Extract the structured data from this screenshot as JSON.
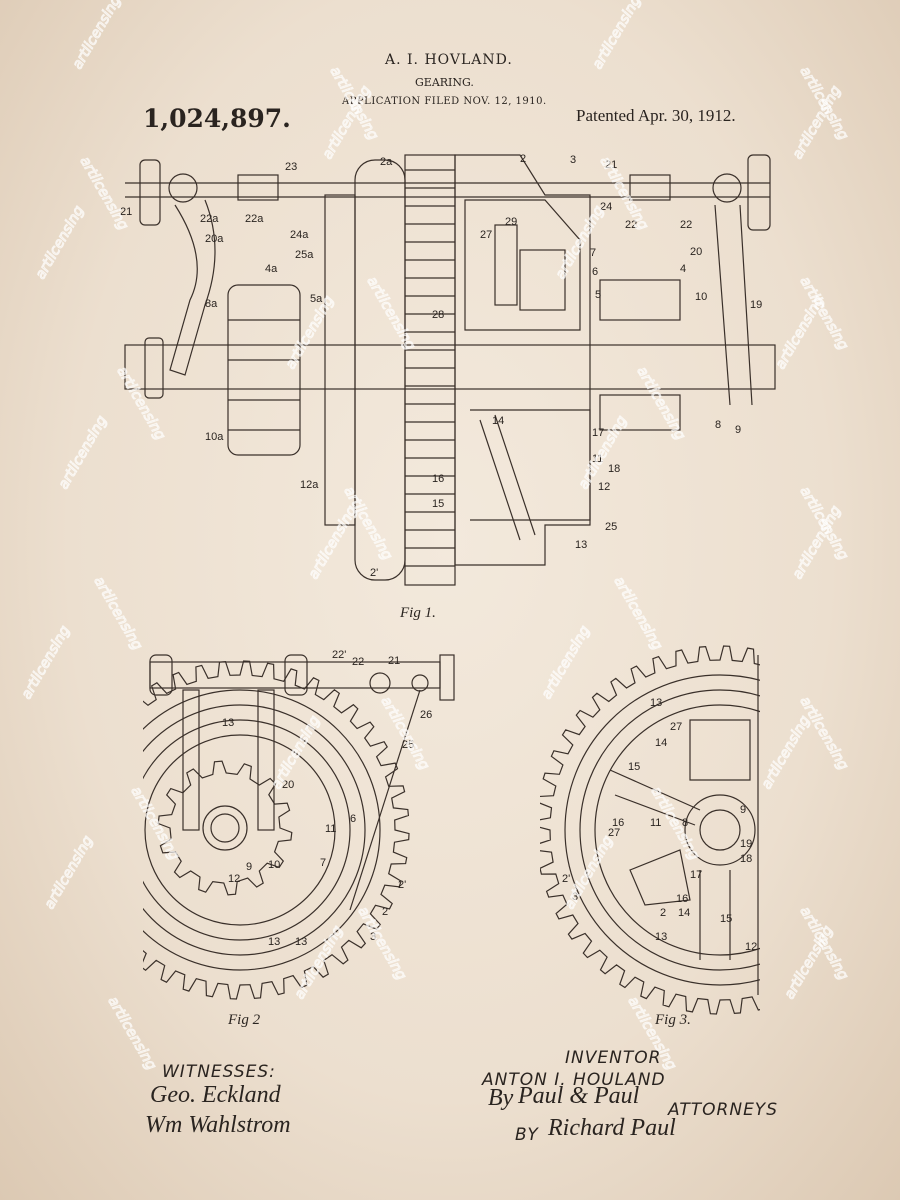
{
  "header": {
    "inventor": "A. I. HOVLAND.",
    "title": "GEARING.",
    "filed": "APPLICATION FILED NOV. 12, 1910.",
    "patent_number": "1,024,897.",
    "patented": "Patented Apr. 30, 1912."
  },
  "figures": {
    "fig1": {
      "caption": "Fig 1.",
      "labels": [
        "23",
        "2a",
        "2",
        "3",
        "21",
        "21",
        "22a",
        "22a",
        "24a",
        "25a",
        "4a",
        "8a",
        "5a",
        "27",
        "29",
        "7",
        "6",
        "4",
        "5",
        "10",
        "19",
        "22",
        "22",
        "20",
        "24",
        "28",
        "20a",
        "14",
        "16",
        "15",
        "17",
        "11",
        "18",
        "12",
        "25",
        "13",
        "10a",
        "12a",
        "2'",
        "8",
        "9"
      ]
    },
    "fig2": {
      "caption": "Fig 2",
      "labels": [
        "22'",
        "22",
        "21",
        "26",
        "25",
        "13",
        "20",
        "11",
        "12",
        "9",
        "10",
        "7",
        "6",
        "13",
        "2'",
        "2",
        "3",
        "13"
      ]
    },
    "fig3": {
      "caption": "Fig 3.",
      "labels": [
        "13",
        "27",
        "14",
        "15",
        "16",
        "11",
        "9",
        "8",
        "19",
        "27",
        "17",
        "18",
        "16",
        "14",
        "15",
        "2'",
        "3",
        "2",
        "13",
        "12"
      ]
    }
  },
  "signatures": {
    "witnesses_label": "WITNESSES:",
    "witness_1": "Geo. Eckland",
    "witness_2": "Wm Wahlstrom",
    "inventor_label": "INVENTOR",
    "inventor_name": "ANTON I. HOULAND",
    "attorneys_by": "By",
    "attorney_firm": "Paul & Paul",
    "attorneys_label": "ATTORNEYS",
    "by_label": "BY",
    "attorney_sig": "Richard Paul"
  },
  "watermark": "artlicensing",
  "colors": {
    "paper": "#ecdfcf",
    "ink": "#2a2420"
  }
}
